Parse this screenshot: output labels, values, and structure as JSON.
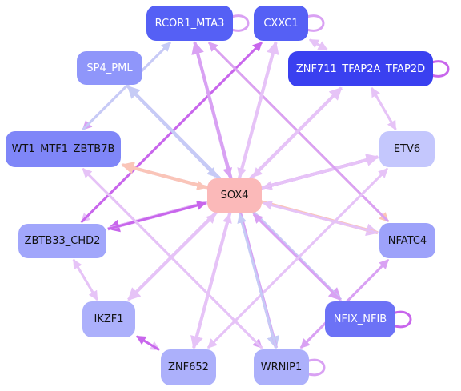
{
  "diagram": {
    "nodes": [
      {
        "id": "rcor1",
        "label": "RCOR1_MTA3",
        "fill": "#5560f5",
        "text": "#ffffff"
      },
      {
        "id": "cxxc1",
        "label": "CXXC1",
        "fill": "#5560f5",
        "text": "#ffffff"
      },
      {
        "id": "sp4",
        "label": "SP4_PML",
        "fill": "#8f96fa",
        "text": "#ffffff"
      },
      {
        "id": "znf711",
        "label": "ZNF711_TFAP2A_TFAP2D",
        "fill": "#3a40f0",
        "text": "#ffffff"
      },
      {
        "id": "wt1",
        "label": "WT1_MTF1_ZBTB7B",
        "fill": "#7f86f8",
        "text": "#111111"
      },
      {
        "id": "etv6",
        "label": "ETV6",
        "fill": "#c4c7fd",
        "text": "#111111"
      },
      {
        "id": "sox4",
        "label": "SOX4",
        "fill": "#fbb9b9",
        "text": "#111111"
      },
      {
        "id": "zbtb33",
        "label": "ZBTB33_CHD2",
        "fill": "#a1a6fb",
        "text": "#111111"
      },
      {
        "id": "nfatc4",
        "label": "NFATC4",
        "fill": "#9da2fa",
        "text": "#111111"
      },
      {
        "id": "ikzf1",
        "label": "IKZF1",
        "fill": "#acb0fb",
        "text": "#111111"
      },
      {
        "id": "nfix",
        "label": "NFIX_NFIB",
        "fill": "#6c72f6",
        "text": "#ffffff"
      },
      {
        "id": "znf652",
        "label": "ZNF652",
        "fill": "#acb0fb",
        "text": "#111111"
      },
      {
        "id": "wrnip1",
        "label": "WRNIP1",
        "fill": "#acb0fb",
        "text": "#111111"
      }
    ],
    "colors": {
      "edge_light": "#e6c3f7",
      "edge_medium": "#d9a1f3",
      "edge_strong": "#c866ec",
      "edge_blue": "#c6cbf6",
      "edge_peach": "#fac5b8"
    }
  }
}
